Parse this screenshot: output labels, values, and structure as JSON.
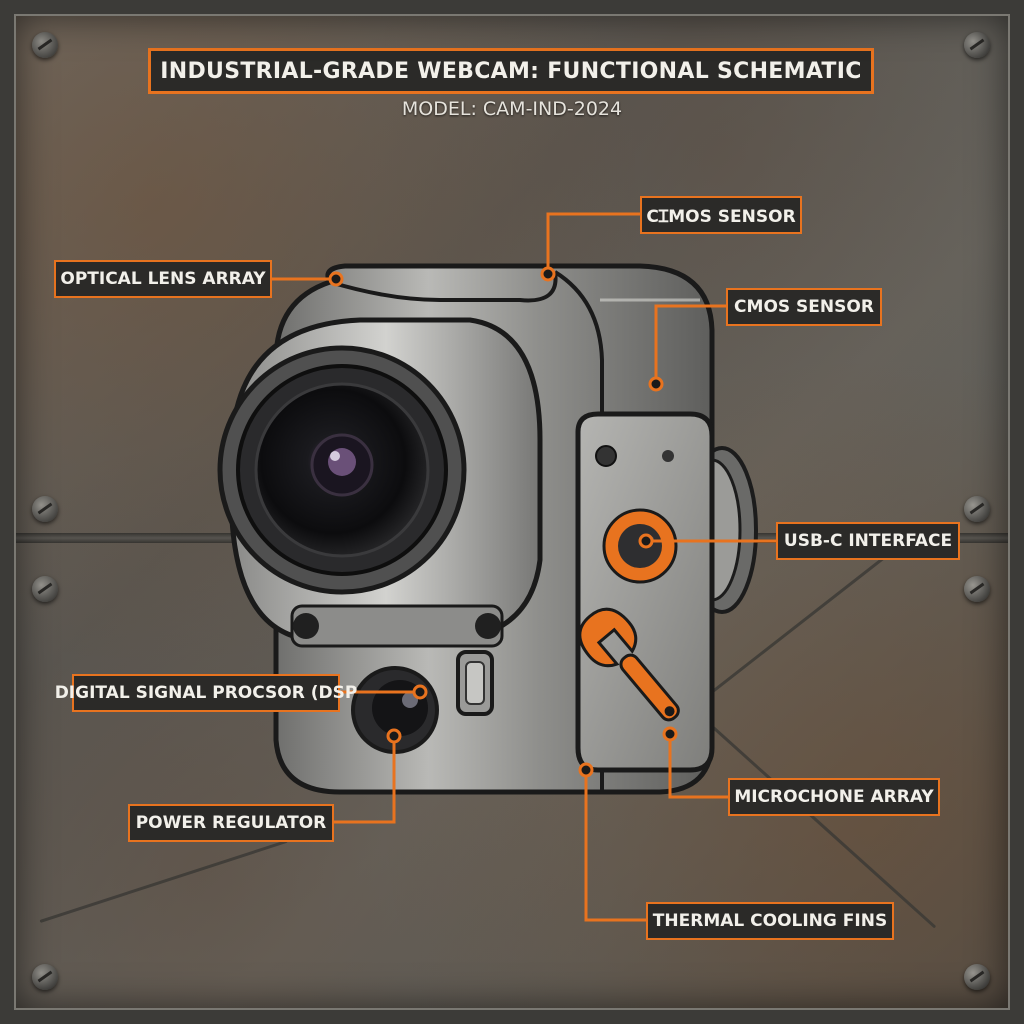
{
  "title": "INDUSTRIAL-GRADE WEBCAM: FUNCTIONAL SCHEMATIC",
  "subtitle": "MODEL: CAM-IND-2024",
  "labels": {
    "optical_lens_array": "OPTICAL LENS ARRAY",
    "cmos_sensor_top": "CꞮMOS SENSOR",
    "cmos_sensor": "CMOS SENSOR",
    "usb_c_interface": "USB-C INTERFACE",
    "digital_signal_processor": "DIGITAL SIGNAL PROCSOR (DSP",
    "power_regulator": "POWER REGULATOR",
    "microphone_array": "MICROCHONE ARRAY",
    "thermal_cooling_fins": "THERMAL COOLING FINS"
  },
  "colors": {
    "accent": "#e8731f",
    "label_bg": "#2b2a28",
    "text": "#f2f0ea",
    "body_metal": "#9c9c9a"
  },
  "icons": [
    "wrench-icon",
    "bolt-icon"
  ]
}
